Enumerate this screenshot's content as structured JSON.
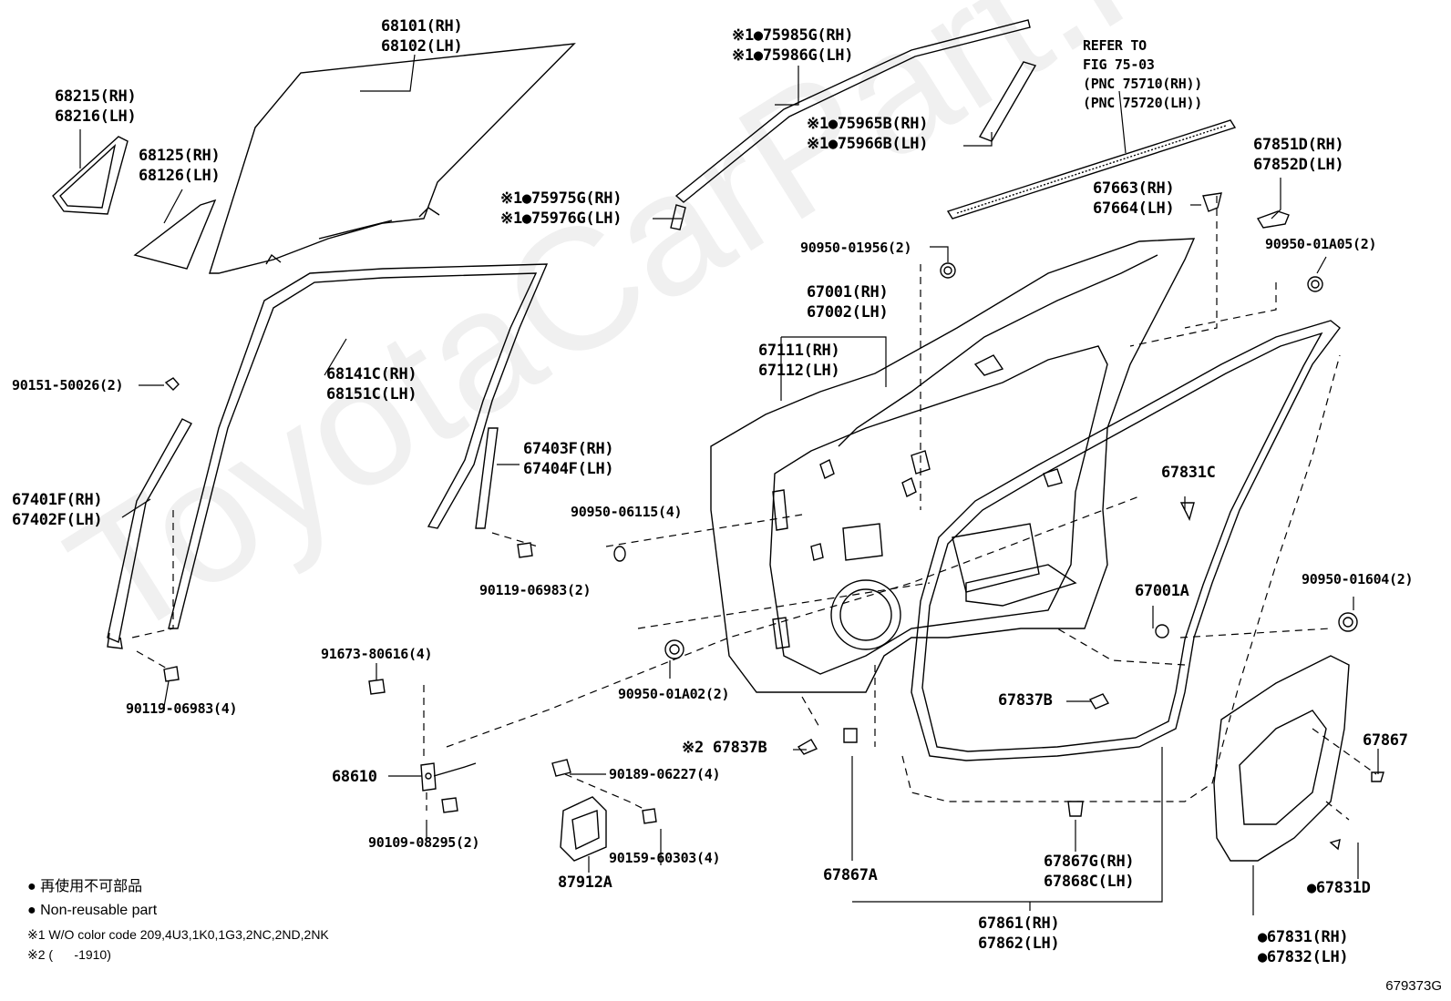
{
  "labels": [
    {
      "id": "l68101",
      "lines": [
        "68101(RH)",
        "68102(LH)"
      ]
    },
    {
      "id": "l68215",
      "lines": [
        "68215(RH)",
        "68216(LH)"
      ]
    },
    {
      "id": "l68125",
      "lines": [
        "68125(RH)",
        "68126(LH)"
      ]
    },
    {
      "id": "l75985",
      "lines": [
        "※1●75985G(RH)",
        "※1●75986G(LH)"
      ]
    },
    {
      "id": "l75965",
      "lines": [
        "※1●75965B(RH)",
        "※1●75966B(LH)"
      ]
    },
    {
      "id": "l75975",
      "lines": [
        "※1●75975G(RH)",
        "※1●75976G(LH)"
      ]
    },
    {
      "id": "lrefer",
      "lines": [
        "REFER TO",
        "FIG 75-03",
        "(PNC 75710(RH))",
        "(PNC 75720(LH))"
      ]
    },
    {
      "id": "l67851",
      "lines": [
        "67851D(RH)",
        "67852D(LH)"
      ]
    },
    {
      "id": "l67663",
      "lines": [
        "67663(RH)",
        "67664(LH)"
      ]
    },
    {
      "id": "l90950_01956",
      "lines": [
        "90950-01956(2)"
      ]
    },
    {
      "id": "l90950_01a05",
      "lines": [
        "90950-01A05(2)"
      ]
    },
    {
      "id": "l67001",
      "lines": [
        "67001(RH)",
        "67002(LH)"
      ]
    },
    {
      "id": "l67111",
      "lines": [
        "67111(RH)",
        "67112(LH)"
      ]
    },
    {
      "id": "l68141",
      "lines": [
        "68141C(RH)",
        "68151C(LH)"
      ]
    },
    {
      "id": "l90151",
      "lines": [
        "90151-50026(2)"
      ]
    },
    {
      "id": "l67403",
      "lines": [
        "67403F(RH)",
        "67404F(LH)"
      ]
    },
    {
      "id": "l67401",
      "lines": [
        "67401F(RH)",
        "67402F(LH)"
      ]
    },
    {
      "id": "l90950_06115",
      "lines": [
        "90950-06115(4)"
      ]
    },
    {
      "id": "l90119_2",
      "lines": [
        "90119-06983(2)"
      ]
    },
    {
      "id": "l67831c",
      "lines": [
        "67831C"
      ]
    },
    {
      "id": "l67001a",
      "lines": [
        "67001A"
      ]
    },
    {
      "id": "l90950_01604",
      "lines": [
        "90950-01604(2)"
      ]
    },
    {
      "id": "l91673",
      "lines": [
        "91673-80616(4)"
      ]
    },
    {
      "id": "l90950_01a02",
      "lines": [
        "90950-01A02(2)"
      ]
    },
    {
      "id": "l67837b1",
      "lines": [
        "67837B"
      ]
    },
    {
      "id": "l90119_4",
      "lines": [
        "90119-06983(4)"
      ]
    },
    {
      "id": "l67837b2",
      "lines": [
        "※2 67837B"
      ]
    },
    {
      "id": "l67867",
      "lines": [
        "67867"
      ]
    },
    {
      "id": "l68610",
      "lines": [
        "68610"
      ]
    },
    {
      "id": "l90189",
      "lines": [
        "90189-06227(4)"
      ]
    },
    {
      "id": "l90109",
      "lines": [
        "90109-08295(2)"
      ]
    },
    {
      "id": "l90159",
      "lines": [
        "90159-60303(4)"
      ]
    },
    {
      "id": "l87912",
      "lines": [
        "87912A"
      ]
    },
    {
      "id": "l67867a",
      "lines": [
        "67867A"
      ]
    },
    {
      "id": "l67867g",
      "lines": [
        "67867G(RH)",
        "67868C(LH)"
      ]
    },
    {
      "id": "l67831d",
      "lines": [
        "●67831D"
      ]
    },
    {
      "id": "l67861",
      "lines": [
        "67861(RH)",
        "67862(LH)"
      ]
    },
    {
      "id": "l67831",
      "lines": [
        "●67831(RH)",
        "●67832(LH)"
      ]
    }
  ],
  "legend": {
    "jp": "● 再使用不可部品",
    "en": "● Non-reusable part",
    "note1": "※1 W/O color code 209,4U3,1K0,1G3,2NC,2ND,2NK",
    "note2": "※2 (      -1910)"
  },
  "figure_code": "679373G",
  "watermark": "ToyotaCarPart.ru"
}
